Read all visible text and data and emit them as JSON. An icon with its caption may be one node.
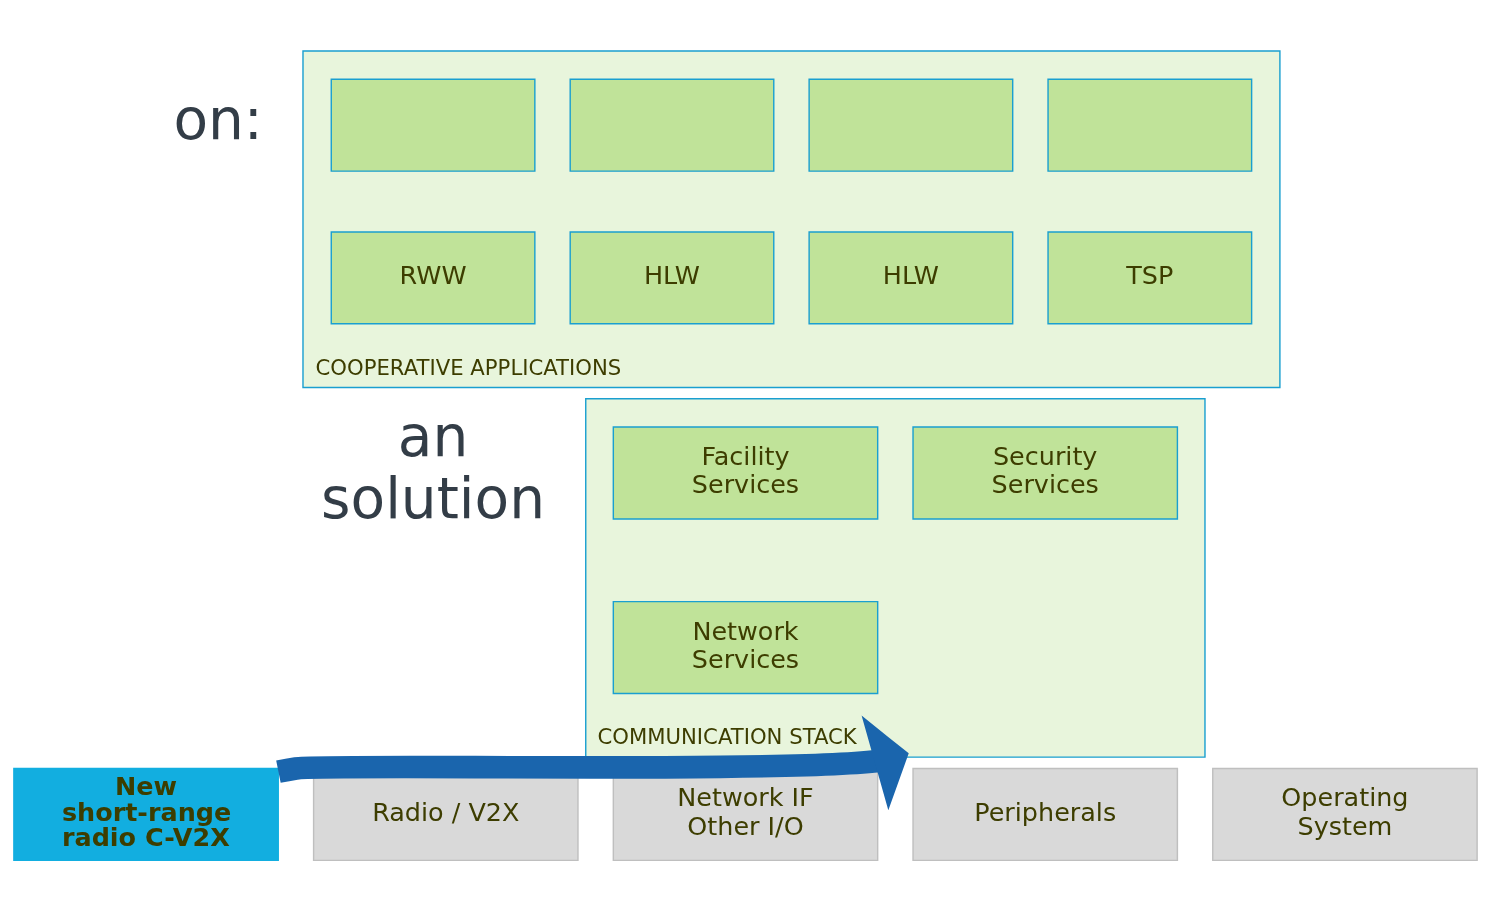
{
  "diagram": {
    "nodes": [
      {
        "text": [
          "COOPERATIVE APPLICATIONS"
        ]
      },
      {
        "text": [],
        "shape": "box",
        "in": 0
      },
      {
        "text": [],
        "shape": "box",
        "in": 0
      },
      {
        "text": [
          "TSP"
        ],
        "in": 0
      },
      {
        "text": [
          "HLW"
        ],
        "in": 0
      },
      {
        "text": [],
        "shape": "box",
        "in": 0
      },
      {
        "text": [],
        "shape": "box",
        "in": 0
      },
      {
        "text": [
          "HLW"
        ],
        "in": 0
      },
      {
        "text": [
          "RWW"
        ],
        "in": 0
      },
      {
        "text": [
          "COMMUNICATION STACK"
        ]
      },
      {
        "text": [
          "Facility Services"
        ],
        "in": 9
      },
      {
        "text": [
          "Network Services"
        ],
        "in": 9
      },
      {
        "text": [
          "Security Services"
        ],
        "in": 9
      },
      {
        "text": [
          "Radio / V2X"
        ]
      },
      {
        "text": [
          "Network IF Other I/O"
        ]
      },
      {
        "text": [
          "Peripherals"
        ]
      },
      {
        "text": [
          "Operating System"
        ]
      },
      {
        "text": [
          "New short-range radio C-V2X"
        ]
      }
    ],
    "edges": [
      {
        "from": 17,
        "to": 9,
        "arrow": "to",
        "color": "#1a65ad"
      }
    ],
    "labels": [
      "on:",
      "an solution"
    ]
  }
}
